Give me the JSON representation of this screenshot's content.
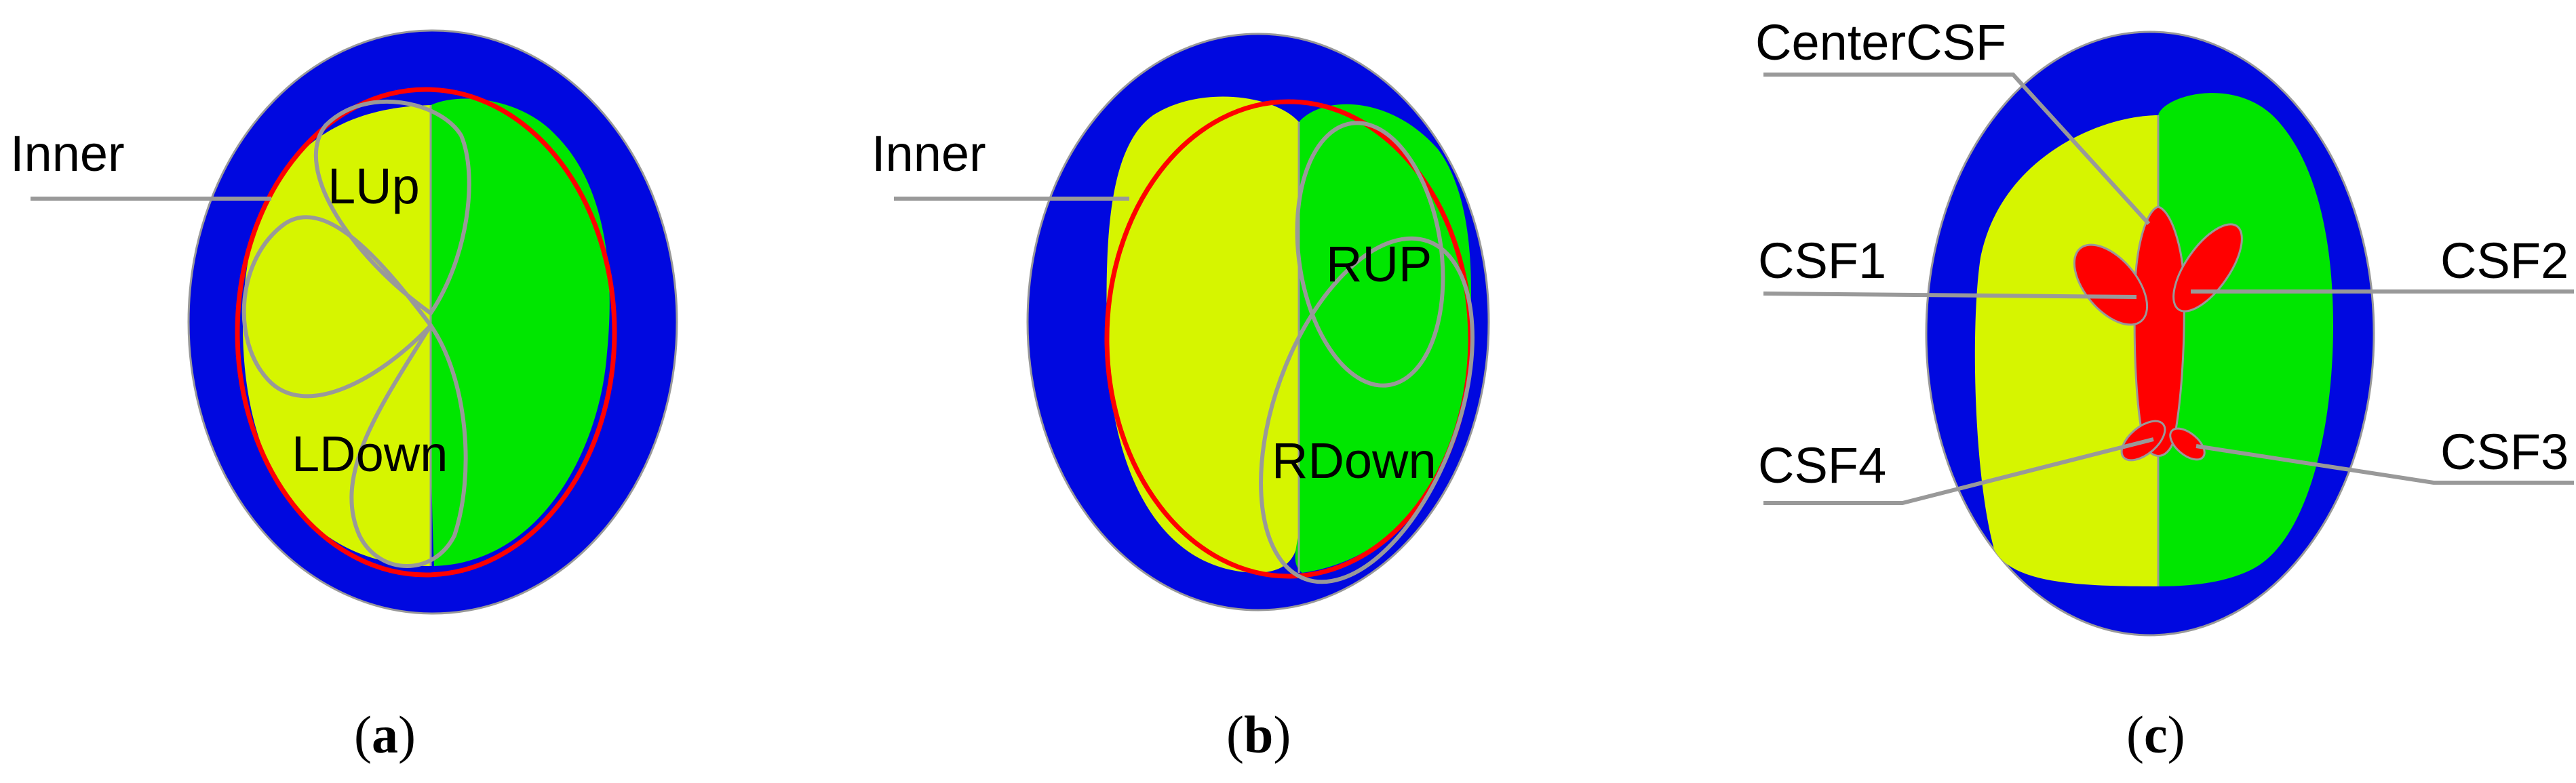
{
  "colors": {
    "outer": "#0008e0",
    "left_hemisphere": "#d6f500",
    "right_hemisphere": "#00e600",
    "csf": "#ff0000",
    "inner_outline": "#ff0000",
    "region_outline": "#999999",
    "leader_line": "#999999"
  },
  "panel_a": {
    "label_inner": "Inner",
    "label_lup": "LUp",
    "label_ldown": "LDown",
    "caption_open": "(",
    "caption_letter": "a",
    "caption_close": ")"
  },
  "panel_b": {
    "label_inner": "Inner",
    "label_rup": "RUP",
    "label_rdown": "RDown",
    "caption_open": "(",
    "caption_letter": "b",
    "caption_close": ")"
  },
  "panel_c": {
    "label_center": "CenterCSF",
    "label_csf1": "CSF1",
    "label_csf2": "CSF2",
    "label_csf3": "CSF3",
    "label_csf4": "CSF4",
    "caption_open": "(",
    "caption_letter": "c",
    "caption_close": ")"
  }
}
